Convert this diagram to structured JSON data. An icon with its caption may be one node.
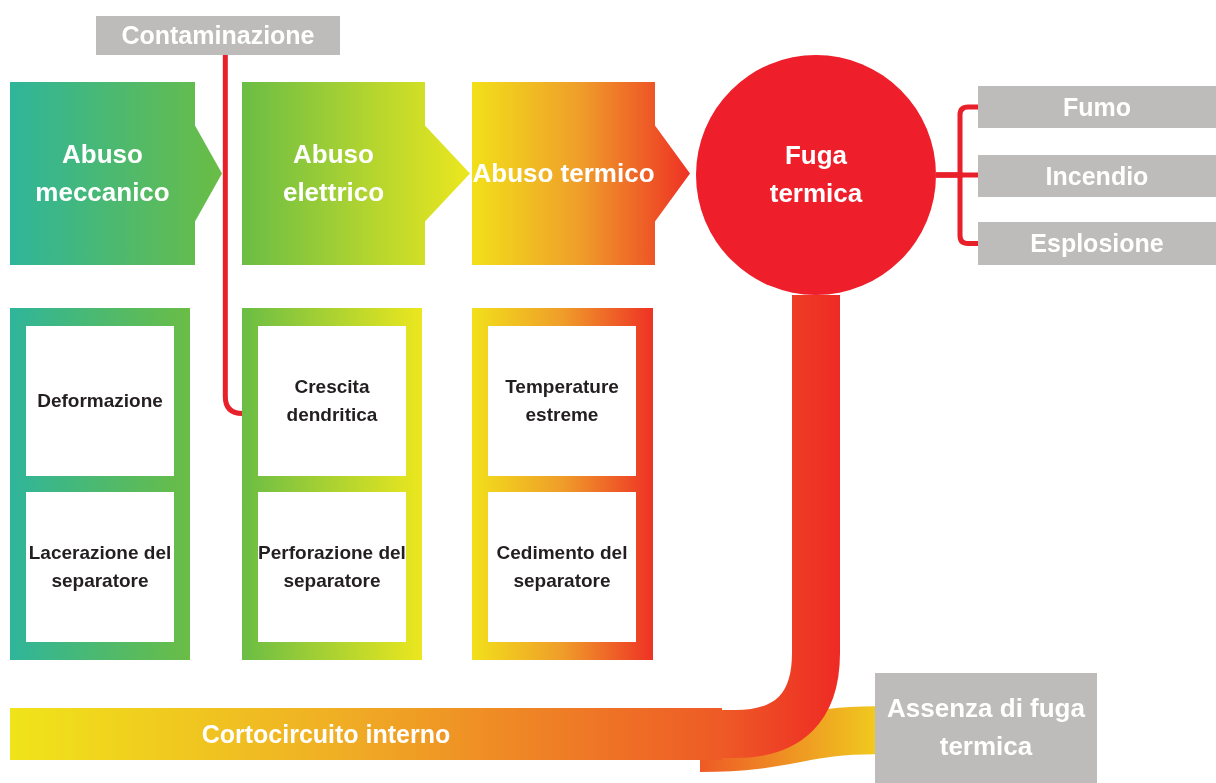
{
  "diagram": {
    "nodes": [
      {
        "text": [
          "Contaminazione"
        ]
      },
      {
        "text": [
          "Abuso meccanico"
        ]
      },
      {
        "text": [
          "Abuso elettrico"
        ]
      },
      {
        "text": [
          "Abuso termico"
        ]
      },
      {
        "text": [
          "Fuga termica"
        ]
      },
      {
        "text": [
          "Fumo"
        ]
      },
      {
        "text": [
          "Incendio"
        ]
      },
      {
        "text": [
          "Esplosione"
        ]
      },
      {
        "text": [],
        "shape": "box"
      },
      {
        "text": [
          "Deformazione"
        ],
        "in": 8
      },
      {
        "text": [
          "Lacerazione del separatore"
        ],
        "in": 8
      },
      {
        "text": [],
        "shape": "box"
      },
      {
        "text": [
          "Crescita dendritica"
        ],
        "in": 11
      },
      {
        "text": [
          "Perforazione del separatore"
        ],
        "in": 11
      },
      {
        "text": [],
        "shape": "box"
      },
      {
        "text": [
          "Temperature estreme"
        ],
        "in": 14
      },
      {
        "text": [
          "Cedimento del separatore"
        ],
        "in": 14
      },
      {
        "text": [
          "Cortocircuito interno"
        ]
      },
      {
        "text": [
          "Assenza di fuga termica"
        ]
      }
    ],
    "edges": [
      {
        "from": 0,
        "to": 11,
        "arrow": "none"
      },
      {
        "from": 4,
        "to": 5,
        "arrow": "none"
      },
      {
        "from": 4,
        "to": 6,
        "arrow": "none"
      },
      {
        "from": 4,
        "to": 7,
        "arrow": "none"
      },
      {
        "from": 17,
        "to": 18,
        "arrow": "none",
        "style": "thick",
        "color": "#f0d81e"
      },
      {
        "from": 17,
        "to": 4,
        "arrow": "none",
        "style": "thick"
      }
    ]
  }
}
